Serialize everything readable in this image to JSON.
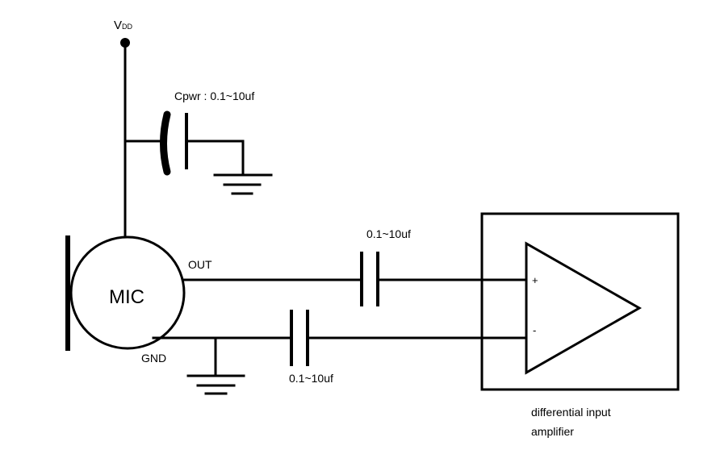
{
  "supply": {
    "label_main": "V",
    "label_sub": "DD"
  },
  "power_cap": {
    "label": "Cpwr : 0.1~10uf"
  },
  "mic": {
    "label": "MIC",
    "out_label": "OUT",
    "gnd_label": "GND"
  },
  "coupling_caps": {
    "top_value": "0.1~10uf",
    "bottom_value": "0.1~10uf"
  },
  "amplifier": {
    "plus_label": "+",
    "minus_label": "-",
    "caption_line1": "differential input",
    "caption_line2": "amplifier"
  }
}
